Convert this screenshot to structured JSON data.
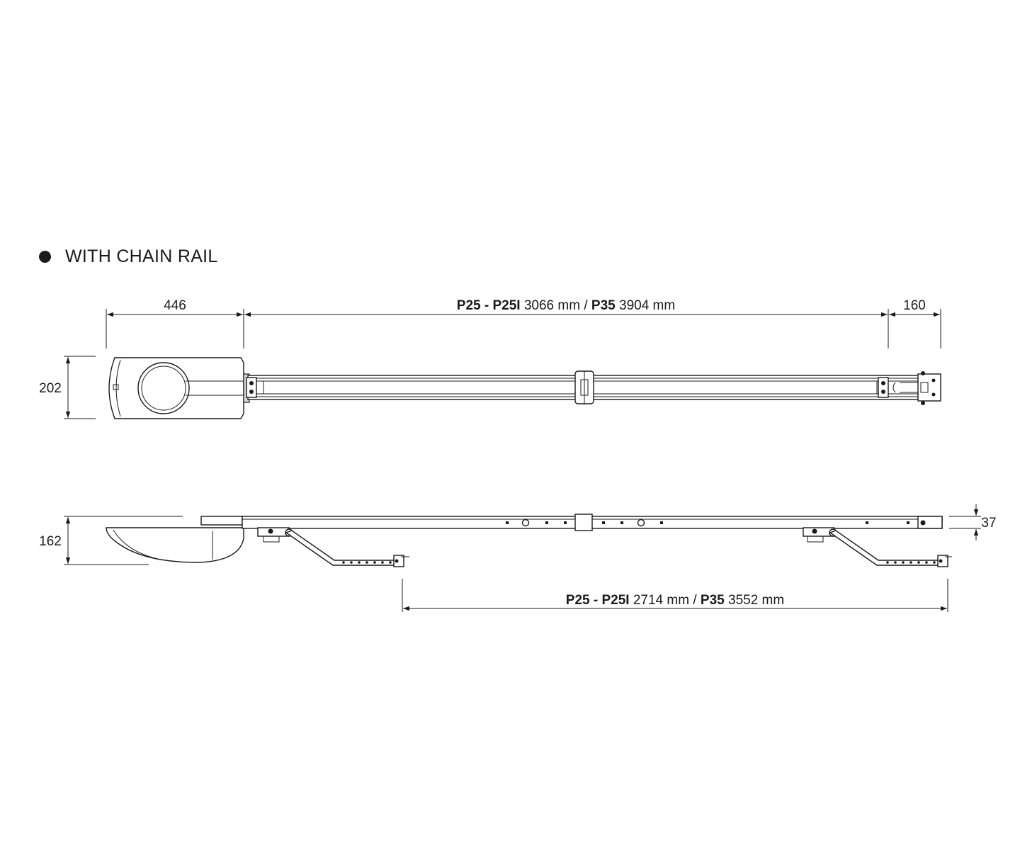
{
  "heading": "WITH CHAIN RAIL",
  "top_view": {
    "dim_motor_length": "446",
    "dim_rail": {
      "model_a": "P25 - P25I",
      "value_a": "3066 mm",
      "separator": "/",
      "model_b": "P35",
      "value_b": "3904 mm"
    },
    "dim_end": "160",
    "dim_height": "202"
  },
  "side_view": {
    "dim_height": "162",
    "dim_rail_thickness": "37",
    "dim_mount_span": {
      "model_a": "P25 - P25I",
      "value_a": "2714 mm",
      "separator": "/",
      "model_b": "P35",
      "value_b": "3552 mm"
    }
  }
}
